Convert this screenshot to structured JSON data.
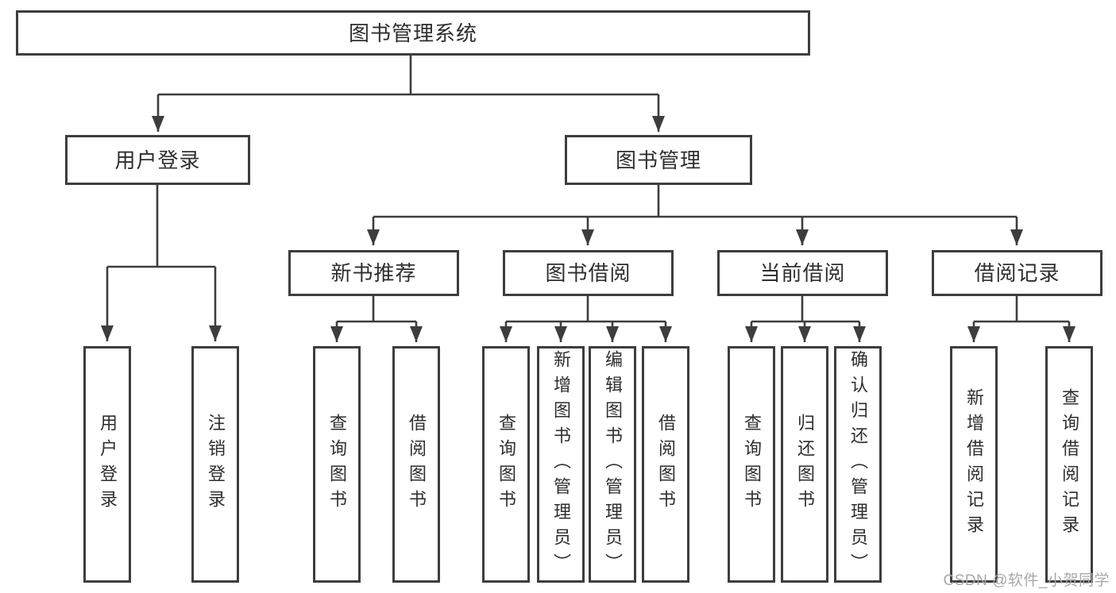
{
  "tree": {
    "label": "图书管理系统",
    "children": [
      {
        "label": "用户登录",
        "children": [
          {
            "label": "用户登录"
          },
          {
            "label": "注销登录"
          }
        ]
      },
      {
        "label": "图书管理",
        "children": [
          {
            "label": "新书推荐",
            "children": [
              {
                "label": "查询图书"
              },
              {
                "label": "借阅图书"
              }
            ]
          },
          {
            "label": "图书借阅",
            "children": [
              {
                "label": "查询图书"
              },
              {
                "label": "新增图书（管理员）"
              },
              {
                "label": "编辑图书（管理员）"
              },
              {
                "label": "借阅图书"
              }
            ]
          },
          {
            "label": "当前借阅",
            "children": [
              {
                "label": "查询图书"
              },
              {
                "label": "归还图书"
              },
              {
                "label": "确认归还（管理员）"
              }
            ]
          },
          {
            "label": "借阅记录",
            "children": [
              {
                "label": "新增借阅记录"
              },
              {
                "label": "查询借阅记录"
              }
            ]
          }
        ]
      }
    ]
  },
  "watermark": {
    "text": "CSDN @软件_小贺同学"
  },
  "colors": {
    "line": "#3d3d3d",
    "text": "#2e2e2e",
    "watermark": "#a8a8a8",
    "background": "#ffffff"
  }
}
